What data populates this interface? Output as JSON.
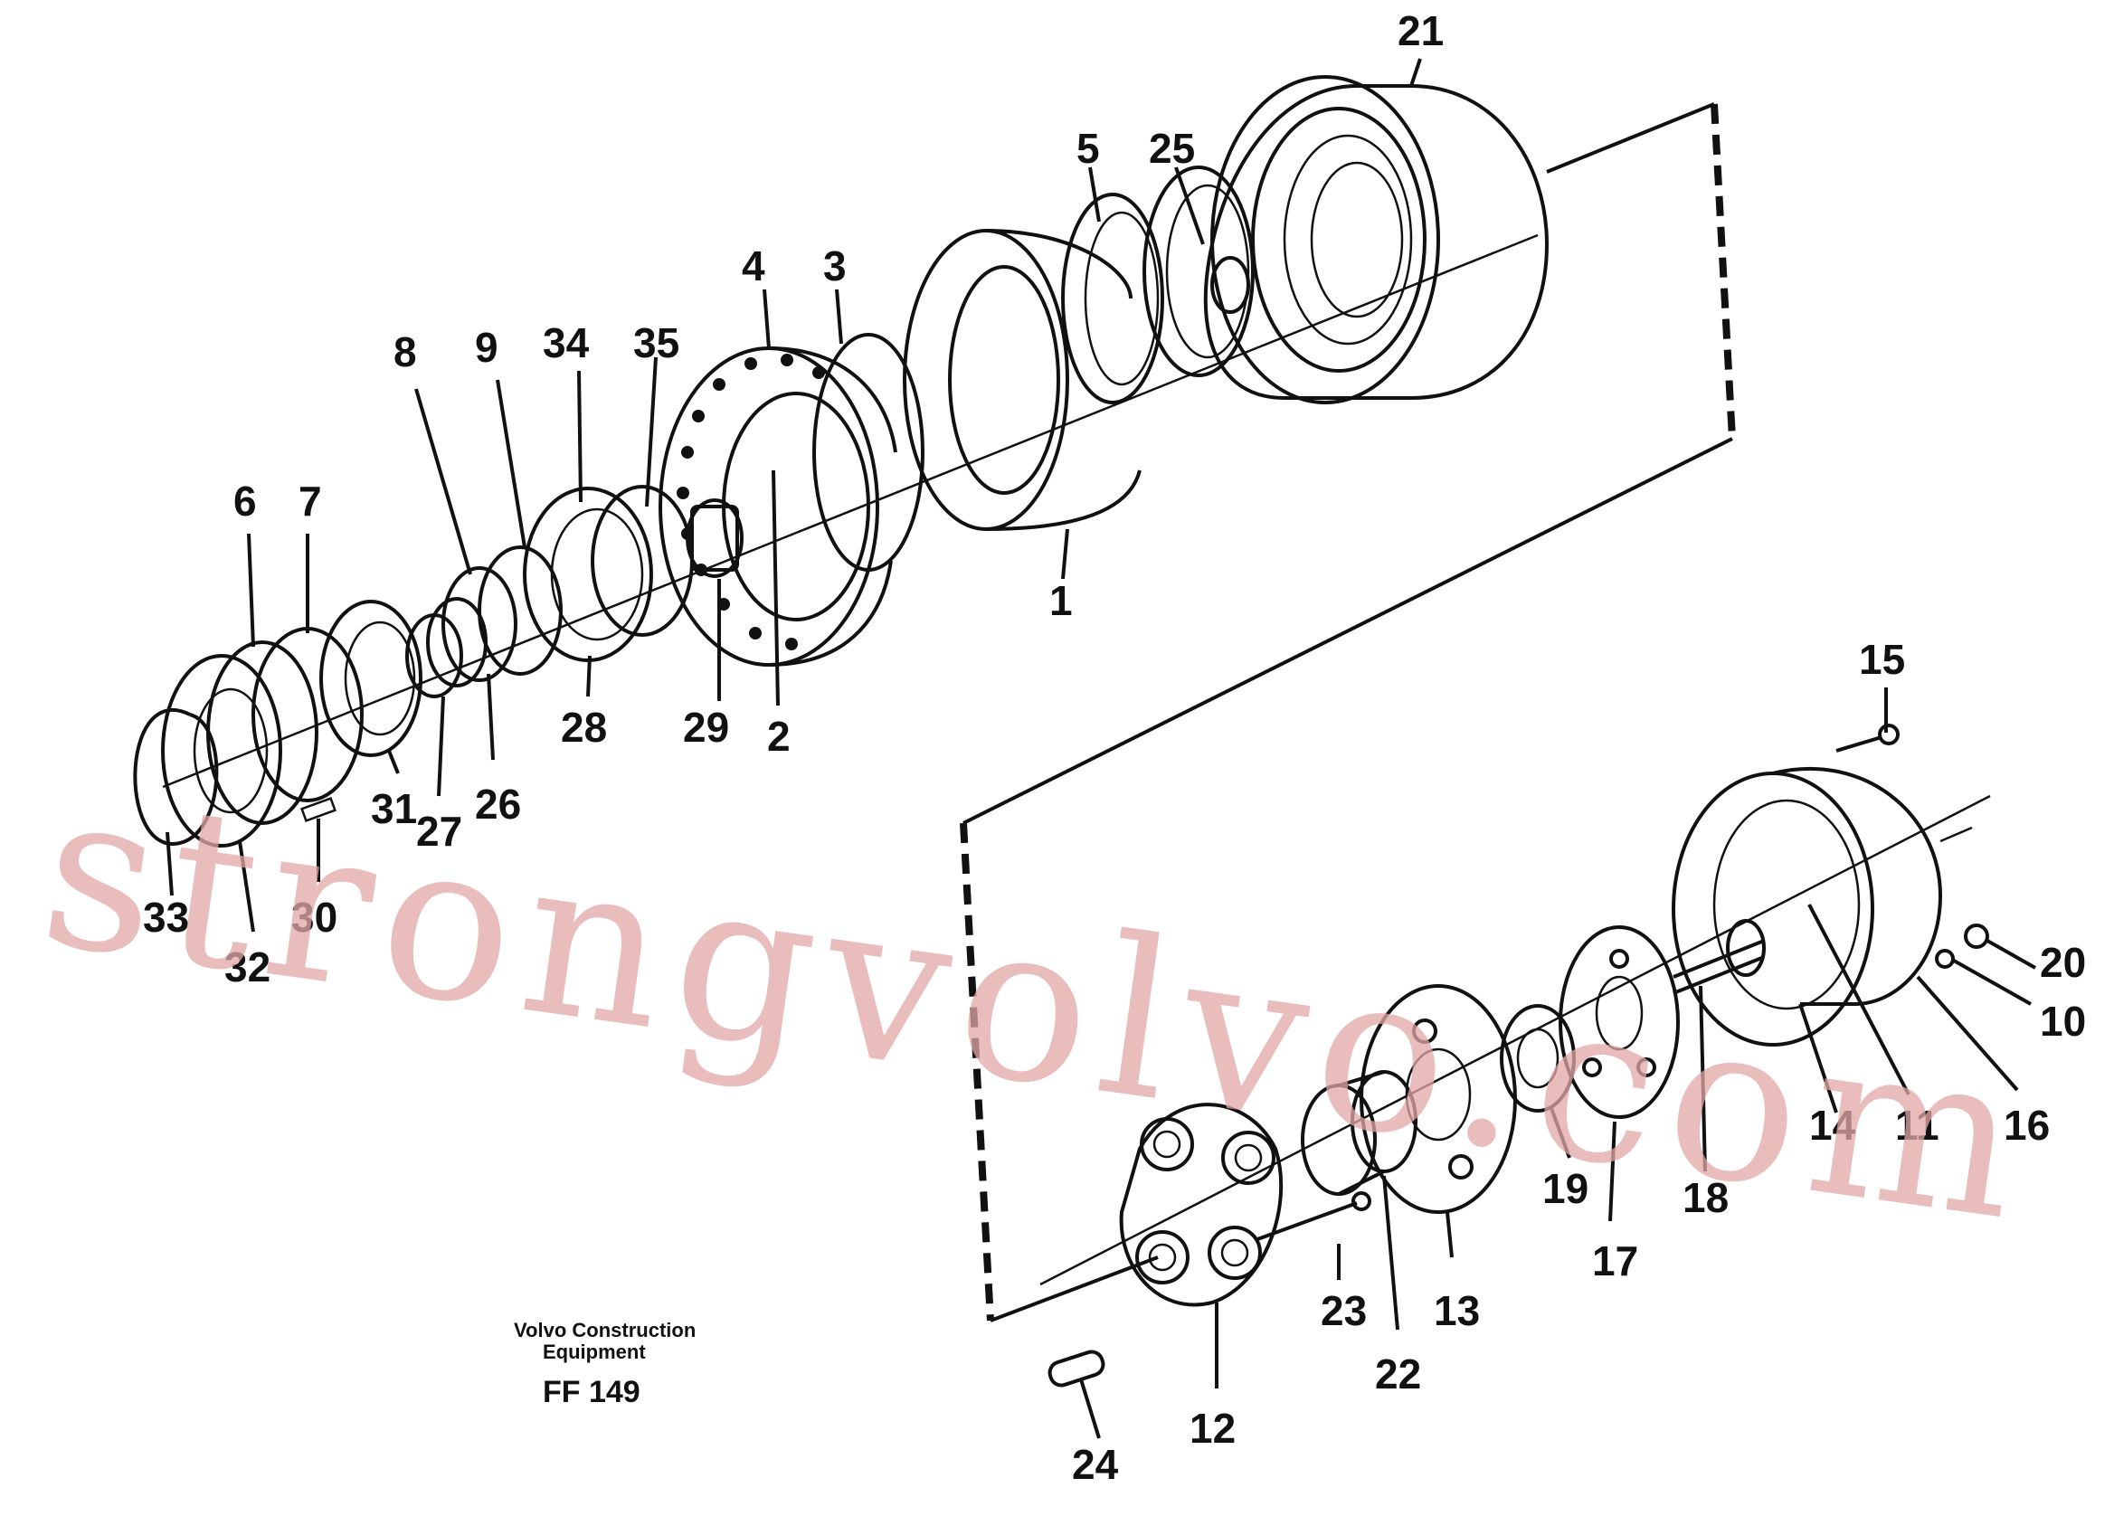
{
  "caption": {
    "line1": "Volvo Construction",
    "line2": "Equipment",
    "code": "FF 149"
  },
  "watermark": "strongvolvo.com",
  "watermark_color": "#e3a8a8",
  "part_numbers": {
    "p1": "1",
    "p2": "2",
    "p3": "3",
    "p4": "4",
    "p5": "5",
    "p6": "6",
    "p7": "7",
    "p8": "8",
    "p9": "9",
    "p10": "10",
    "p11": "11",
    "p12": "12",
    "p13": "13",
    "p14": "14",
    "p15": "15",
    "p16": "16",
    "p17": "17",
    "p18": "18",
    "p19": "19",
    "p20": "20",
    "p21": "21",
    "p22": "22",
    "p23": "23",
    "p24": "24",
    "p25": "25",
    "p26": "26",
    "p27": "27",
    "p28": "28",
    "p29": "29",
    "p30": "30",
    "p31": "31",
    "p32": "32",
    "p33": "33",
    "p34": "34",
    "p35": "35"
  }
}
